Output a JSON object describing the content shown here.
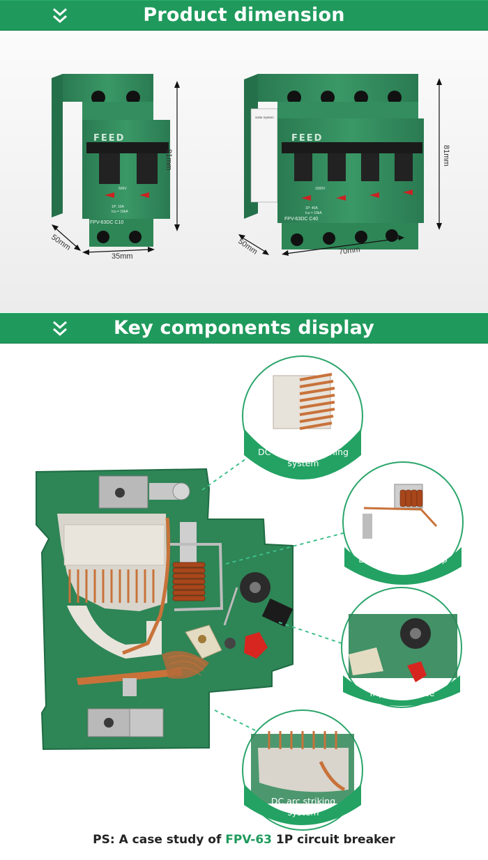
{
  "section1": {
    "title": "Product dimension"
  },
  "section2": {
    "title": "Key components display"
  },
  "product_2p": {
    "brand": "FEED",
    "model": "FPV-63DC C10",
    "rating_line1": "1P: 10A",
    "rating_line2": "Icu = 10kA",
    "voltage": "500V",
    "height": "81mm",
    "depth": "50mm",
    "width": "35mm"
  },
  "product_4p": {
    "brand": "FEED",
    "model": "FPV-63DC C40",
    "rating_line1": "1P: 40A",
    "rating_line2": "Icu = 10kA",
    "voltage": "1000V",
    "side_label": "Solar System",
    "height": "81mm",
    "depth": "50mm",
    "width": "70mm"
  },
  "callouts": [
    {
      "line1": "DC arc extinguishing",
      "line2": "system"
    },
    {
      "line1": "Electromagnetic trip",
      "line2": ""
    },
    {
      "line1": "Tripping device",
      "line2": ""
    },
    {
      "line1": "DC arc striking",
      "line2": "system"
    }
  ],
  "footer": {
    "prefix": "PS: A case study of ",
    "highlight": "FPV-63",
    "suffix": " 1P circuit breaker"
  },
  "colors": {
    "banner_green": "#1f9a5c",
    "product_green": "#2f8a5a",
    "copper": "#c8723a"
  }
}
